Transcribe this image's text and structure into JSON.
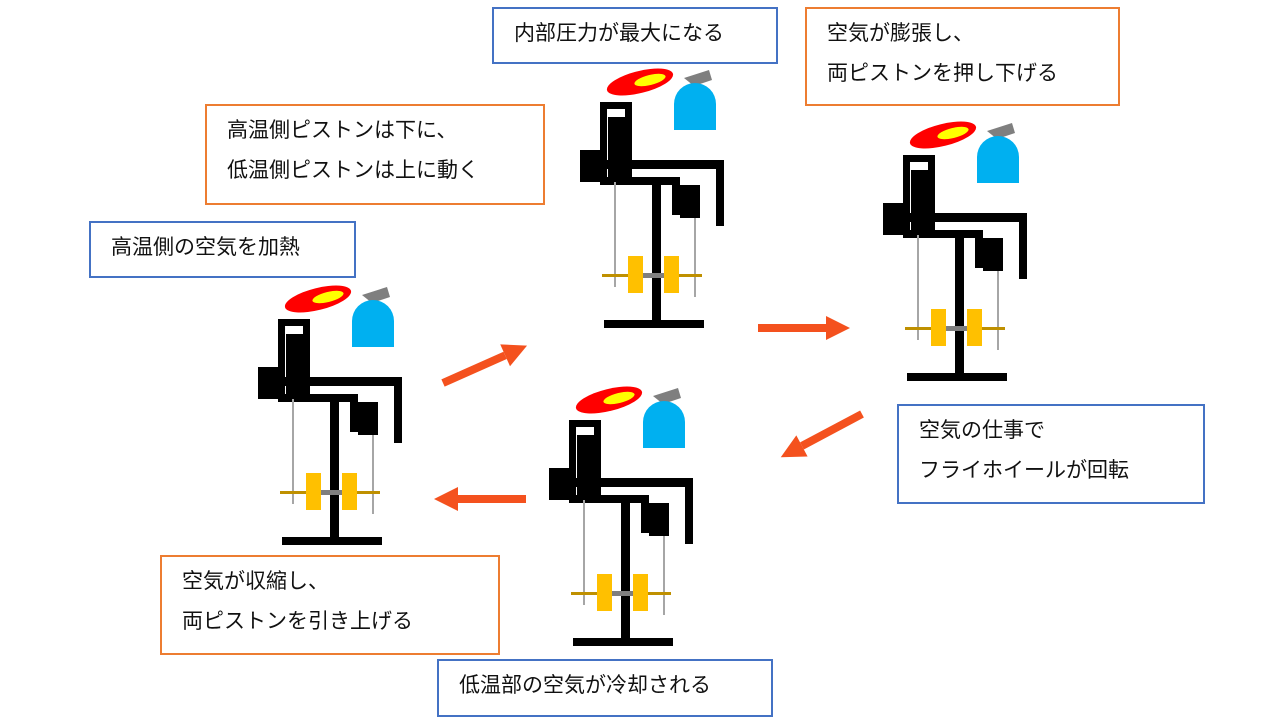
{
  "labels": {
    "step1": "高温側の空気を加熱",
    "step2_line1": "高温側ピストンは下に、",
    "step2_line2": "低温側ピストンは上に動く",
    "step3": "内部圧力が最大になる",
    "step4_line1": "空気が膨張し、",
    "step4_line2": "両ピストンを押し下げる",
    "step5_line1": "空気の仕事で",
    "step5_line2": "フライホイールが回転",
    "step6": "低温部の空気が冷却される",
    "step7_line1": "空気が収縮し、",
    "step7_line2": "両ピストンを引き上げる"
  },
  "colors": {
    "engine": "#000000",
    "flywheel": "#ffc000",
    "rod": "#a6a6a6",
    "axle_bar": "#bf9000",
    "burner_head": "#00b0f0",
    "burner_neck": "#7f7f7f",
    "flame_outer": "#ff0000",
    "flame_inner": "#ffff00",
    "arrow": "#f4511e",
    "border_blue": "#4472c4",
    "border_orange": "#ed7d31"
  },
  "icons": {
    "engine": "stirling-engine-icon",
    "burner": "alcohol-burner-icon",
    "flywheel": "flywheel-icon",
    "arrow": "cycle-arrow-icon"
  }
}
